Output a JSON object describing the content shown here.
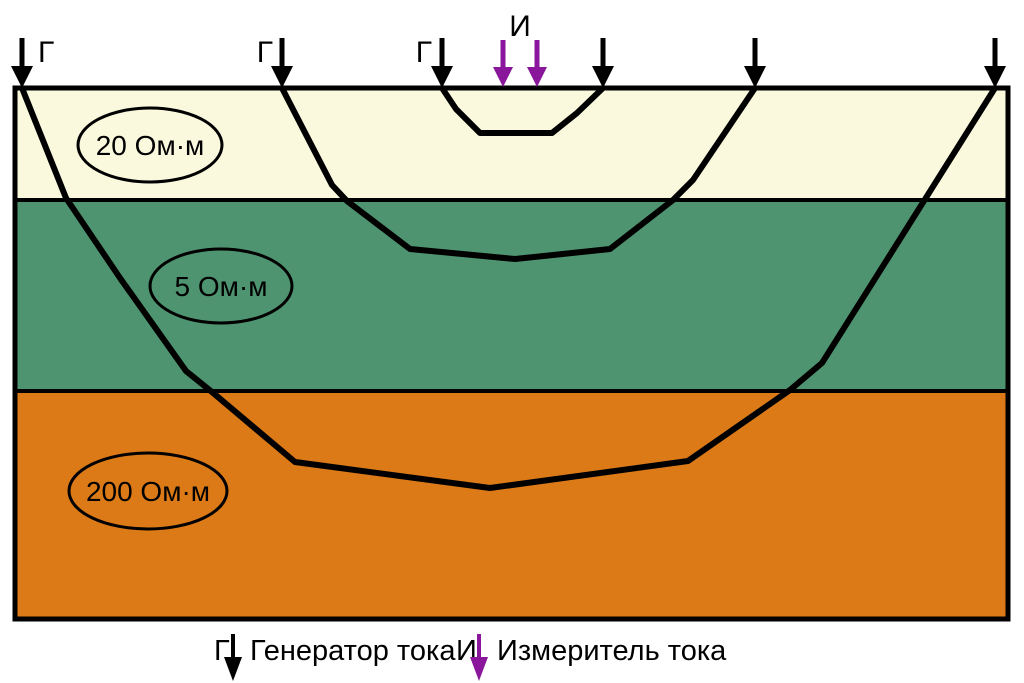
{
  "diagram": {
    "symbols": {
      "generator": "Г",
      "measurer": "И"
    },
    "layers": [
      {
        "resistivity": "20 Ом·м",
        "color": "#FAF8DD"
      },
      {
        "resistivity": "5 Ом·м",
        "color": "#4F9470"
      },
      {
        "resistivity": "200 Ом·м",
        "color": "#DC7A18"
      }
    ],
    "colors": {
      "generator_arrow": "#000000",
      "measurer_arrow": "#8A169C",
      "outline": "#000000"
    },
    "legend": [
      {
        "symbol": "Г",
        "label": "Генератор тока"
      },
      {
        "symbol": "И",
        "label": "Измеритель тока"
      }
    ]
  }
}
